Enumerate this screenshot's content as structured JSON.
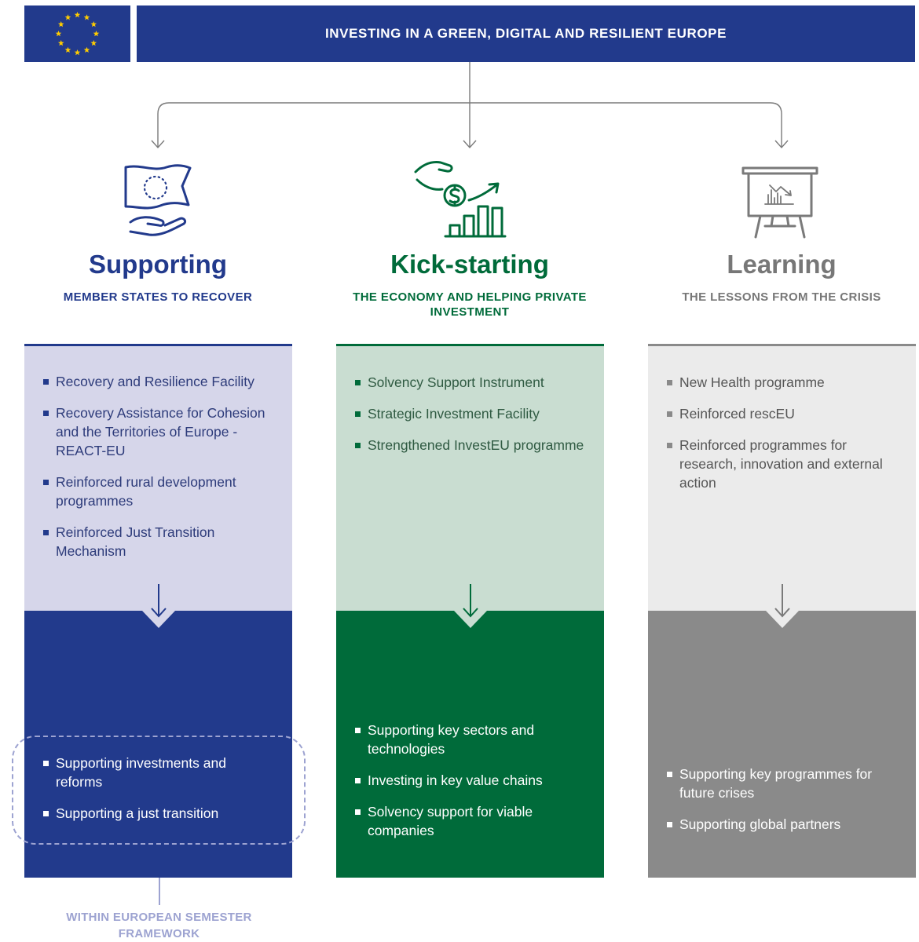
{
  "header": {
    "flag_icon": "eu-flag-icon",
    "title": "INVESTING IN A GREEN, DIGITAL AND RESILIENT EUROPE"
  },
  "colors": {
    "eu_blue": "#223a8c",
    "green": "#006b3a",
    "grey": "#8a8a8a",
    "light_blue": "#d6d6ea",
    "light_green": "#c9ddd1",
    "light_grey": "#ebebeb",
    "lavender": "#9da3d1"
  },
  "columns": [
    {
      "icon": "flag-in-hand-icon",
      "title": "Supporting",
      "subtitle": "MEMBER STATES TO RECOVER",
      "top_items": [
        "Recovery and Resilience Facility",
        "Recovery Assistance for Cohesion and the Territories of Europe - REACT-EU",
        "Reinforced rural development programmes",
        "Reinforced Just Transition Mechanism"
      ],
      "bottom_items": [
        "Supporting investments and reforms",
        "Supporting a just transition"
      ]
    },
    {
      "icon": "money-growth-chart-icon",
      "title": "Kick-starting",
      "subtitle": "THE ECONOMY AND HELPING PRIVATE INVESTMENT",
      "top_items": [
        "Solvency Support Instrument",
        "Strategic Investment Facility",
        "Strengthened InvestEU programme"
      ],
      "bottom_items": [
        "Supporting key sectors and technologies",
        "Investing in key value chains",
        "Solvency support for viable companies"
      ]
    },
    {
      "icon": "presentation-board-icon",
      "title": "Learning",
      "subtitle": "THE LESSONS FROM THE CRISIS",
      "top_items": [
        "New Health programme",
        "Reinforced rescEU",
        "Reinforced programmes for research, innovation and external action"
      ],
      "bottom_items": [
        "Supporting key programmes for future crises",
        "Supporting global partners"
      ]
    }
  ],
  "footnote": "WITHIN EUROPEAN SEMESTER FRAMEWORK"
}
